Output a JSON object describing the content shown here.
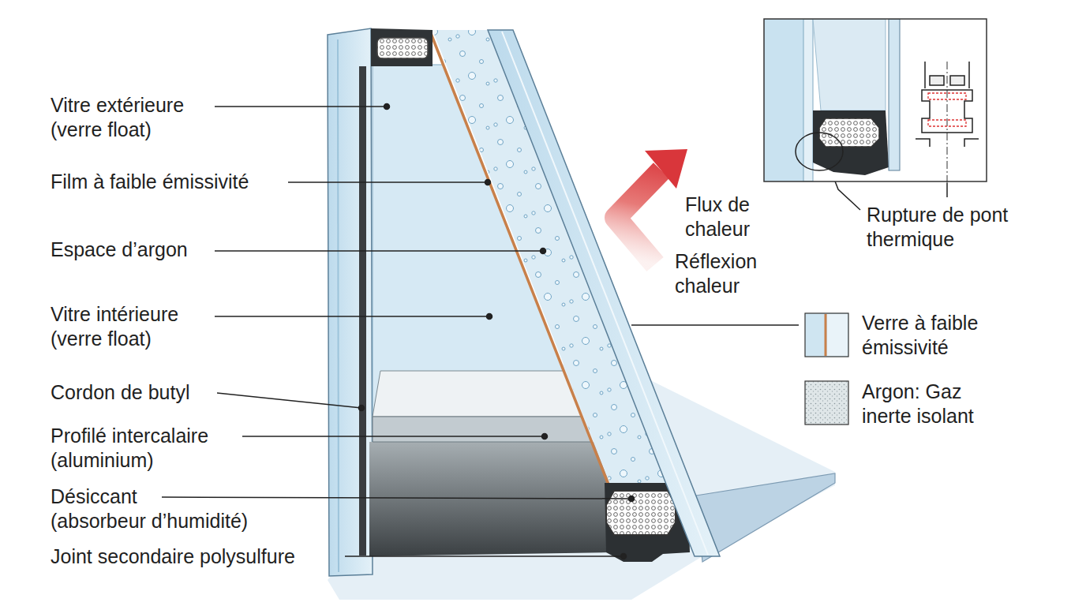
{
  "diagram": {
    "labels": [
      "Vitre extérieure (verre float)",
      "Film à faible émissivité",
      "Espace d’argon",
      "Vitre intérieure (verre float)",
      "Cordon de butyl",
      "Profilé intercalaire (aluminium)",
      "Désiccant (absorbeur d’humidité)",
      "Joint secondaire polysulfure",
      "Flux de chaleur",
      "Réflexion chaleur",
      "Rupture de pont thermique"
    ],
    "legend": [
      {
        "text": "Verre à faible émissivité"
      },
      {
        "text": "Argon: Gaz inerte isolant"
      }
    ]
  }
}
